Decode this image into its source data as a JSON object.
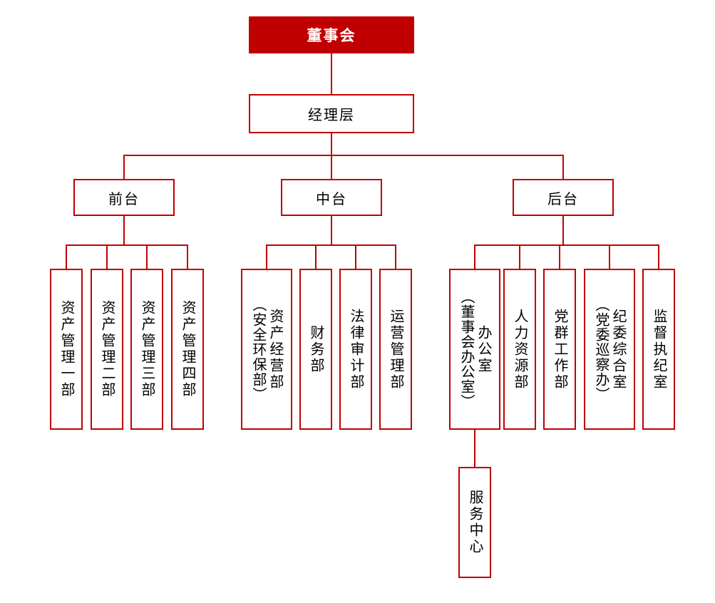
{
  "colors": {
    "primary": "#c00000",
    "box_background": "#ffffff",
    "text": "#000000",
    "root_text": "#ffffff"
  },
  "org": {
    "root": {
      "label": "董事会"
    },
    "management": {
      "label": "经理层"
    },
    "branches": [
      {
        "label": "前台",
        "children": [
          {
            "name": "资产管理一部"
          },
          {
            "name": "资产管理二部"
          },
          {
            "name": "资产管理三部"
          },
          {
            "name": "资产管理四部"
          }
        ]
      },
      {
        "label": "中台",
        "children": [
          {
            "name": "资产经营部",
            "paren": "（安全环保部）"
          },
          {
            "name": "财务部"
          },
          {
            "name": "法律审计部"
          },
          {
            "name": "运营管理部"
          }
        ]
      },
      {
        "label": "后台",
        "children": [
          {
            "name": "办公室",
            "paren": "（董事会办公室）",
            "child": {
              "name": "服务中心"
            }
          },
          {
            "name": "人力资源部"
          },
          {
            "name": "党群工作部"
          },
          {
            "name": "纪委综合室",
            "paren": "（党委巡察办）"
          },
          {
            "name": "监督执纪室"
          }
        ]
      }
    ]
  }
}
